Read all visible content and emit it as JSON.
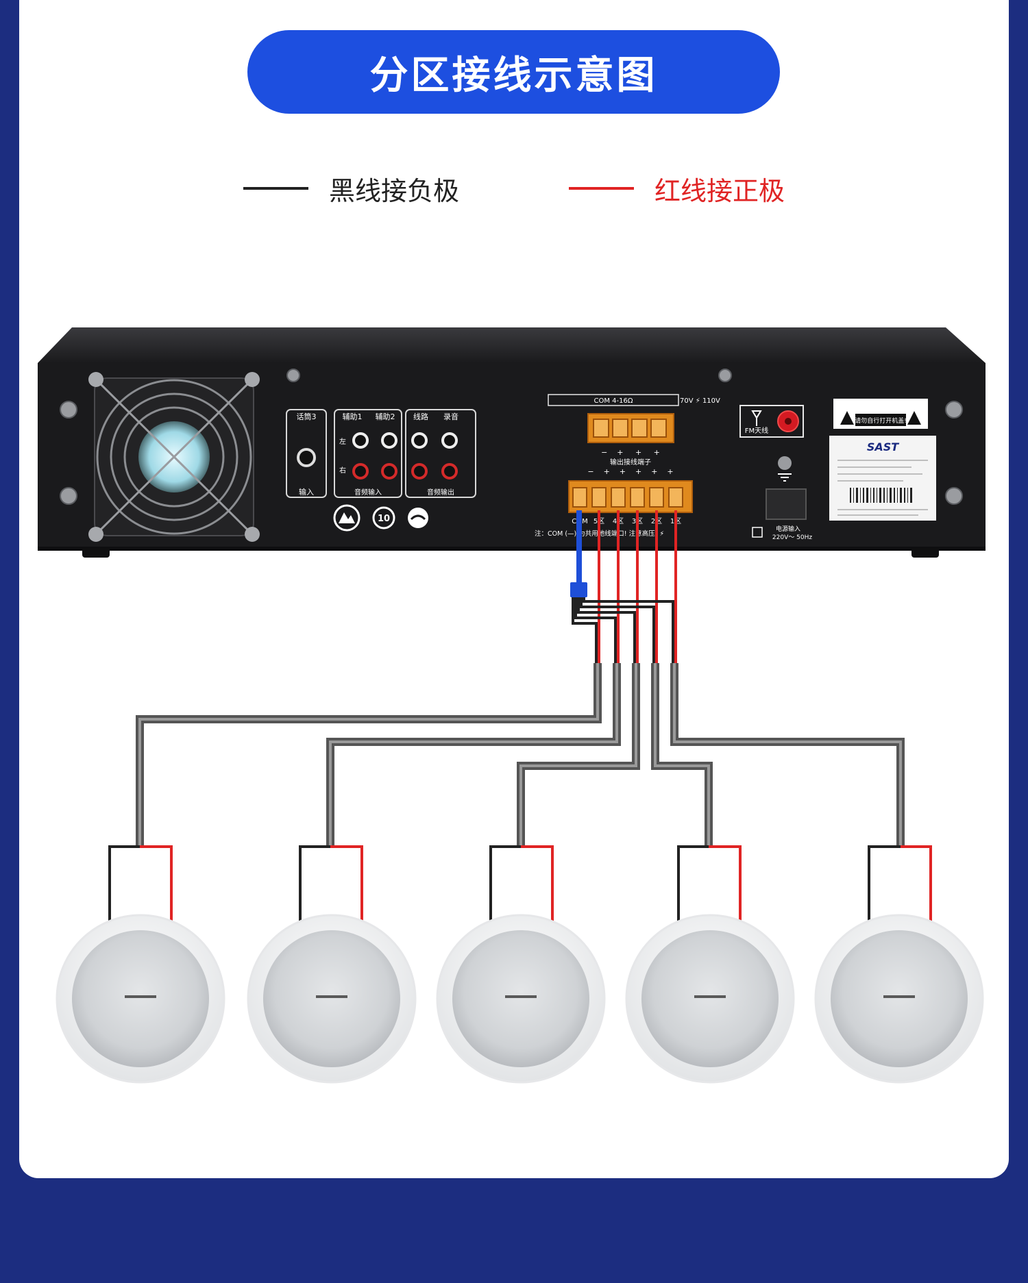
{
  "title": "分区接线示意图",
  "legend": {
    "black": "黑线接负极",
    "red": "红线接正极"
  },
  "colors": {
    "background": "#1c2d80",
    "title_pill": "#1d4fe0",
    "negative_wire": "#222222",
    "positive_wire": "#e02424",
    "amplifier_body": "#1a1a1c",
    "terminal": "#e08a1e"
  },
  "amplifier": {
    "labels": {
      "mic3": "话筒3",
      "input": "输入",
      "aux1": "辅助1",
      "aux2": "辅助2",
      "line_out": "线路",
      "record": "录音",
      "left": "左",
      "right": "右",
      "audio_in": "音频输入",
      "audio_out": "音频输出",
      "speaker_header": "COM 4-16Ω",
      "voltage": "70V ⚡ 110V",
      "fm": "FM天线",
      "warning": "请勿自行打开机盖!",
      "brand": "SAST",
      "power_in": "电源输入",
      "power_spec": "220V～ 50Hz",
      "output_terminals": "输出接线端子",
      "note": "注：COM (—) 为共用地线端口! 注意高压! ⚡"
    },
    "terminal_labels": [
      "COM",
      "5区",
      "4区",
      "3区",
      "2区",
      "1区"
    ]
  },
  "speakers": [
    "speaker-1",
    "speaker-2",
    "speaker-3",
    "speaker-4",
    "speaker-5"
  ]
}
